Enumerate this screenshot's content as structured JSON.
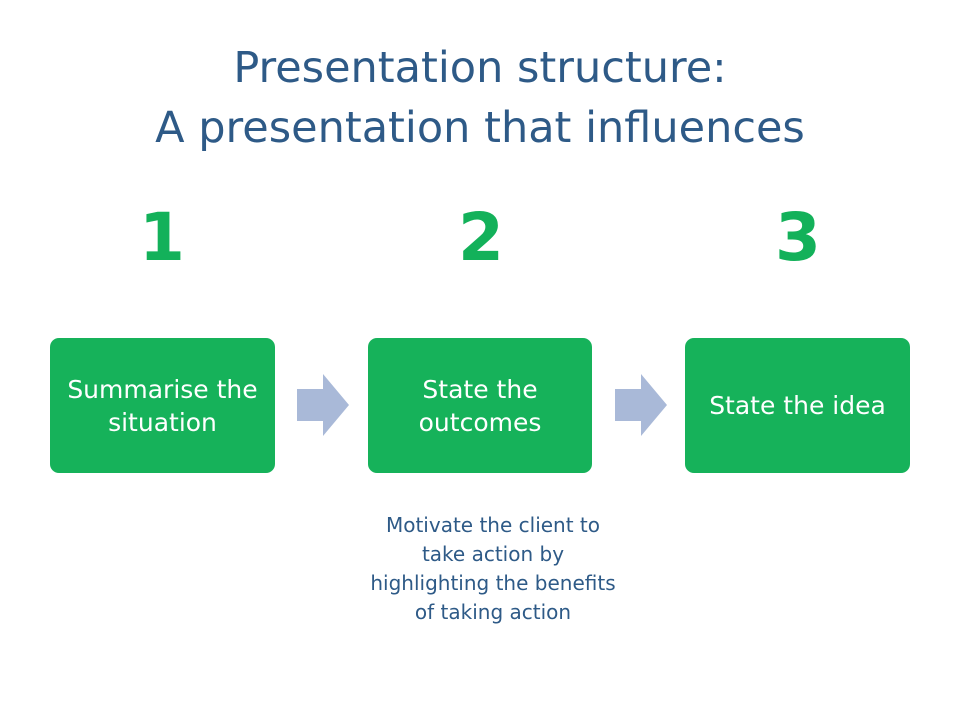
{
  "slide": {
    "title_line1": "Presentation structure:",
    "title_line2": "A presentation that influences"
  },
  "steps": [
    {
      "number": "1",
      "label": "Summarise the situation"
    },
    {
      "number": "2",
      "label": "State the outcomes"
    },
    {
      "number": "3",
      "label": "State the idea"
    }
  ],
  "note": "Motivate the client to take action by highlighting the benefits of taking action",
  "colors": {
    "title": "#2e5a87",
    "step_number": "#13b15a",
    "box": "#16b25a",
    "box_text": "#ffffff",
    "arrow": "#a9b9d8",
    "note": "#2e5a87"
  }
}
